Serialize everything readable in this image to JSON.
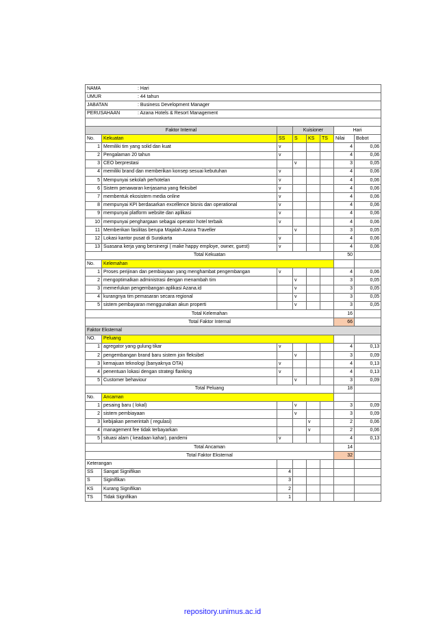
{
  "profile": [
    {
      "label": "NAMA",
      "value": ": Hari"
    },
    {
      "label": "UMUR",
      "value": ": 44 tahun"
    },
    {
      "label": "JABATAN",
      "value": ": Business Development Manager"
    },
    {
      "label": "PERUSAHAAN",
      "value": ": Azana Hotels & Resort Management"
    }
  ],
  "header": {
    "faktor_internal": "Faktor Internal",
    "kuisioner": "Kuisioner",
    "hari": "Hari",
    "no": "No.",
    "kekuatan": "Kekuatan",
    "ss": "SS",
    "s": "S",
    "ks": "KS",
    "ts": "TS",
    "nilai": "Nilai",
    "bobot": "Bobot"
  },
  "kekuatan": [
    {
      "no": "1",
      "text": "Memiliki tim yang solid dan kuat",
      "mark": "ss",
      "nilai": "4",
      "bobot": "0,06"
    },
    {
      "no": "2",
      "text": "Pengalaman 20 tahun",
      "mark": "ss",
      "nilai": "4",
      "bobot": "0,06"
    },
    {
      "no": "3",
      "text": "CEO berprestasi",
      "mark": "s",
      "nilai": "3",
      "bobot": "0,05"
    },
    {
      "no": "4",
      "text": "memiliki brand dan memberikan konsep sesuai kebutuhan",
      "mark": "ss",
      "nilai": "4",
      "bobot": "0,06"
    },
    {
      "no": "5",
      "text": "Mempunyai sekolah perhotelan",
      "mark": "ss",
      "nilai": "4",
      "bobot": "0,06"
    },
    {
      "no": "6",
      "text": "Sistem penawaran kerjasama yang fleksibel",
      "mark": "ss",
      "nilai": "4",
      "bobot": "0,06"
    },
    {
      "no": "7",
      "text": "membentuk ekosistem media online",
      "mark": "ss",
      "nilai": "4",
      "bobot": "0,06"
    },
    {
      "no": "8",
      "text": "mempunyai KPI berdasarkan excellence bisnis dan operational",
      "mark": "ss",
      "nilai": "4",
      "bobot": "0,06"
    },
    {
      "no": "9",
      "text": "mempunyai platform website dan aplikasi",
      "mark": "ss",
      "nilai": "4",
      "bobot": "0,06"
    },
    {
      "no": "10",
      "text": "mempunyai penghargaan sebagai operator hotel terbaik",
      "mark": "ss",
      "nilai": "4",
      "bobot": "0,06"
    },
    {
      "no": "11",
      "text": "Memberikan fasilitas berupa Majalah Azana Traveller",
      "mark": "s",
      "nilai": "3",
      "bobot": "0,05"
    },
    {
      "no": "12",
      "text": "Lokasi kantor pusat di Surakarta",
      "mark": "ss",
      "nilai": "4",
      "bobot": "0,06"
    },
    {
      "no": "13",
      "text": "Suasana kerja yang bersinergi ( make happy employe, owner, guest)",
      "mark": "ss",
      "nilai": "4",
      "bobot": "0,06"
    }
  ],
  "total_kekuatan": {
    "label": "Total Kekuatan",
    "value": "50"
  },
  "kelemahan_header": {
    "no": "No.",
    "label": "Kelemahan"
  },
  "kelemahan": [
    {
      "no": "1",
      "text": "Proses perijinan dan pembiayaan yang menghambat pengembangan",
      "mark": "ss",
      "nilai": "4",
      "bobot": "0,06"
    },
    {
      "no": "2",
      "text": "mengoptimalkan administrasi dengan menambah tim",
      "mark": "s",
      "nilai": "3",
      "bobot": "0,05"
    },
    {
      "no": "3",
      "text": "memerlukan pengembangan aplikasi Azana.id",
      "mark": "s",
      "nilai": "3",
      "bobot": "0,05"
    },
    {
      "no": "4",
      "text": "kurangnya tim pemasaran secara regional",
      "mark": "s",
      "nilai": "3",
      "bobot": "0,05"
    },
    {
      "no": "5",
      "text": "sistem pembayaran menggunakan akun properti",
      "mark": "s",
      "nilai": "3",
      "bobot": "0,05"
    }
  ],
  "total_kelemahan": {
    "label": "Total Kelemahan",
    "value": "16"
  },
  "total_faktor_internal": {
    "label": "Total Faktor Internal",
    "value": "66"
  },
  "faktor_eksternal": "Faktor Eksternal",
  "peluang_header": {
    "no": "NO.",
    "label": "Peluang"
  },
  "peluang": [
    {
      "no": "1",
      "text": "agregator yang gulung tikar",
      "mark": "ss",
      "nilai": "4",
      "bobot": "0,13"
    },
    {
      "no": "2",
      "text": "pengembangan brand baru sistem join fleksibel",
      "mark": "s",
      "nilai": "3",
      "bobot": "0,09"
    },
    {
      "no": "3",
      "text": "kemajuan teknologi (banyaknya OTA)",
      "mark": "ss",
      "nilai": "4",
      "bobot": "0,13"
    },
    {
      "no": "4",
      "text": "penentuan lokasi dengan strategi flanking",
      "mark": "ss",
      "nilai": "4",
      "bobot": "0,13"
    },
    {
      "no": "5",
      "text": "Customer behaviour",
      "mark": "s",
      "nilai": "3",
      "bobot": "0,09"
    }
  ],
  "total_peluang": {
    "label": "Total Peluang",
    "value": "18"
  },
  "ancaman_header": {
    "no": "No.",
    "label": "Ancaman"
  },
  "ancaman": [
    {
      "no": "1",
      "text": "pesaing baru ( lokal)",
      "mark": "s",
      "nilai": "3",
      "bobot": "0,09"
    },
    {
      "no": "2",
      "text": "sistem pembiayaan",
      "mark": "s",
      "nilai": "3",
      "bobot": "0,09"
    },
    {
      "no": "3",
      "text": "kebijakan pemerintah ( regulasi)",
      "mark": "ks",
      "nilai": "2",
      "bobot": "0,06"
    },
    {
      "no": "4",
      "text": "management fee tidak terbayarkan",
      "mark": "ks",
      "nilai": "2",
      "bobot": "0,06"
    },
    {
      "no": "5",
      "text": "situasi alam ( keadaan kahar), pandemi",
      "mark": "ss",
      "nilai": "4",
      "bobot": "0,13"
    }
  ],
  "total_ancaman": {
    "label": "Total Ancaman",
    "value": "14"
  },
  "total_faktor_eksternal": {
    "label": "Total Faktor Eksternal",
    "value": "32"
  },
  "mark_symbol": "v",
  "keterangan": {
    "title": "Keterangan",
    "items": [
      {
        "code": "SS",
        "desc": "Sangat Signifikan",
        "value": "4"
      },
      {
        "code": "S",
        "desc": "Siginifikan",
        "value": "3"
      },
      {
        "code": "KS",
        "desc": "Kurang Signifikan",
        "value": "2"
      },
      {
        "code": "TS",
        "desc": "Tidak Signifikan",
        "value": "1"
      }
    ]
  },
  "footer": "repository.unimus.ac.id",
  "colors": {
    "header_gray": "#d9d9d9",
    "highlight_yellow": "#ffff00",
    "total_pink": "#f8cbad",
    "footer_link": "#1a1aff"
  }
}
